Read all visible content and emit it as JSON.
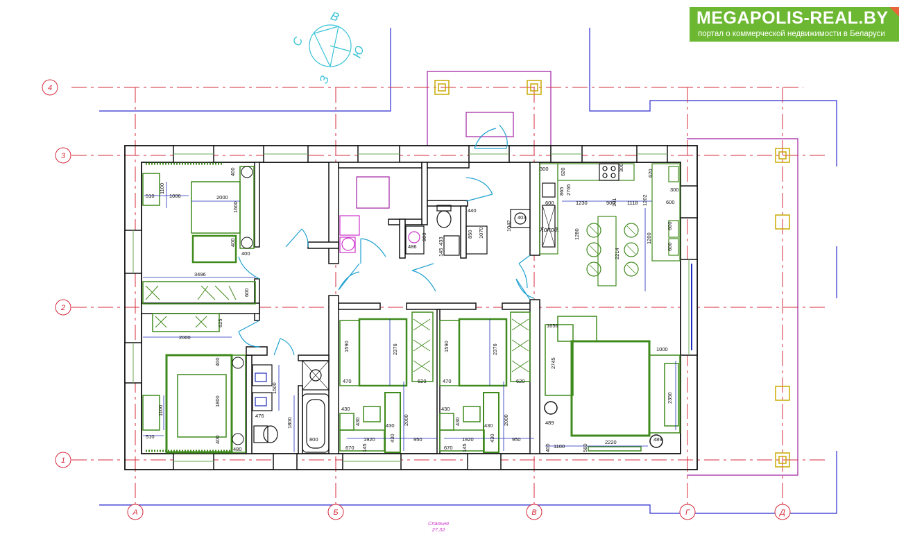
{
  "brand": {
    "name": "MEGAPOLIS-REAL.BY",
    "tagline": "портал о коммерческой недвижимости в Беларуси",
    "color": "#6db832"
  },
  "compass": {
    "n": "С",
    "e": "В",
    "s": "Ю",
    "w": "З"
  },
  "axes": {
    "rows": [
      "4",
      "3",
      "2",
      "1"
    ],
    "cols": [
      "А",
      "Б",
      "В",
      "Г",
      "Д"
    ]
  },
  "labels": {
    "fridge": "Холод.",
    "footer_room": "Спальня",
    "footer_area": "27,32"
  },
  "dims": {
    "d510a": "510",
    "d1100a": "1100",
    "d1006": "1006",
    "d2000a": "2000",
    "d1600": "1600",
    "d400a": "400",
    "d400b": "400",
    "d400c": "400",
    "d3496": "3496",
    "d600a": "600",
    "d625": "625",
    "d2000b": "2000",
    "d510b": "510",
    "d1100b": "1100",
    "d400d": "400",
    "d1800a": "1800",
    "d400e": "400",
    "d480": "480",
    "d1500": "1500",
    "d476": "476",
    "d1800b": "1800",
    "d800": "800",
    "d486": "486",
    "d900a": "900",
    "d145": "145",
    "d433": "433",
    "d440": "440",
    "d850": "850",
    "d1070": "1070",
    "d1042": "1042",
    "d403": "403",
    "d300a": "300",
    "d620a": "620",
    "d300b": "300",
    "d620b": "620",
    "d600b": "600",
    "d865": "865",
    "d2765": "2765",
    "d1230": "1230",
    "d900b": "900",
    "d101": "101",
    "d1118": "1118",
    "d1202": "1202",
    "d600c": "600",
    "d300c": "300",
    "d1280": "1280",
    "d2214": "2214",
    "d1200": "1200",
    "d600d": "600",
    "d600e": "600",
    "d1590a": "1590",
    "d2376a": "2376",
    "d470a": "470",
    "d620c": "620",
    "d430a": "430",
    "d430b": "430",
    "d430c": "430",
    "d2000c": "2000",
    "d1920a": "1920",
    "d430d": "430",
    "d670a": "670",
    "d145b": "145",
    "d950a": "950",
    "d1590b": "1590",
    "d2376b": "2376",
    "d470b": "470",
    "d620d": "620",
    "d430e": "430",
    "d430f": "430",
    "d430g": "430",
    "d2000d": "2000",
    "d1920b": "1920",
    "d430h": "430",
    "d670b": "670",
    "d145c": "145",
    "d950b": "950",
    "d1656": "1656",
    "d2745": "2745",
    "d1000": "1000",
    "d2350": "2350",
    "d489a": "489",
    "d2220": "2220",
    "d489b": "489",
    "d1100c": "1100",
    "d560": "560",
    "d400f": "400"
  },
  "colors": {
    "axis": "#d62b3c",
    "wall": "#111111",
    "furniture": "#3f8a1c",
    "dimension": "#1b2ab8",
    "site": "#2a2ad0",
    "purple": "#a020a0",
    "door": "#1ea0d0",
    "compass": "#39c3d8"
  }
}
